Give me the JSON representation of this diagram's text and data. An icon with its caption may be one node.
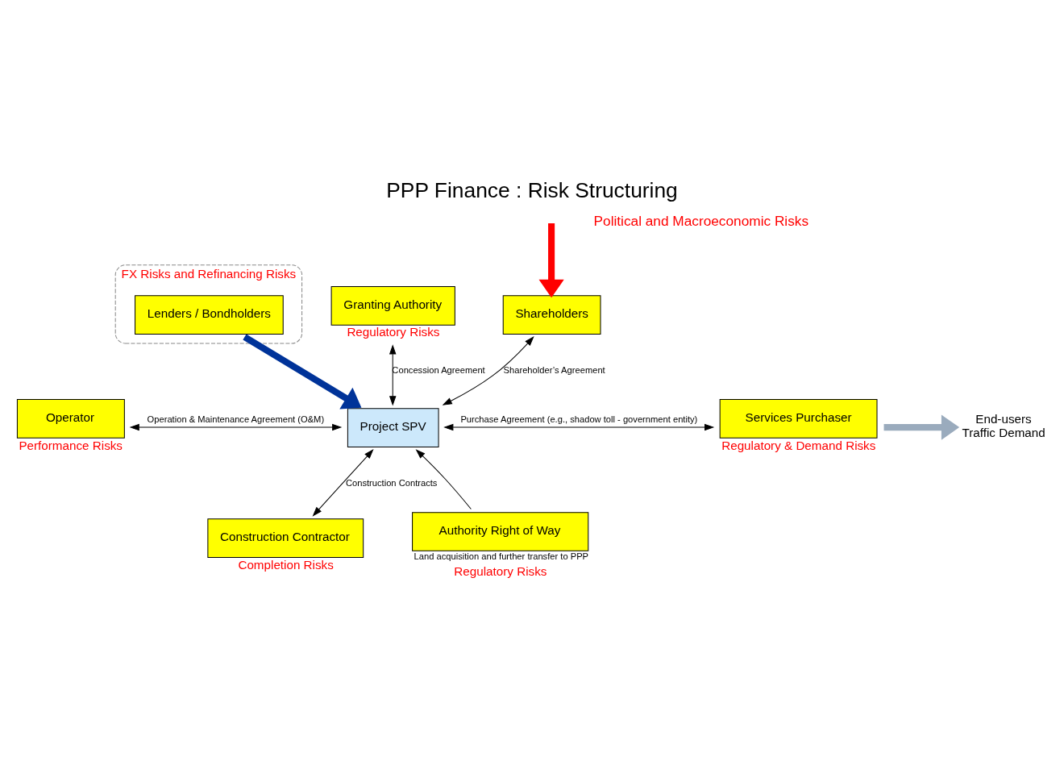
{
  "diagram": {
    "title": "PPP Finance : Risk Structuring",
    "nodes": [
      {
        "text": [
          "Shareholders"
        ]
      },
      {
        "text": [
          "FX Risks and Refinancing Risks"
        ]
      },
      {
        "text": [
          "Lenders / Bondholders"
        ],
        "in": 1
      },
      {
        "text": [
          "Granting Authority"
        ],
        "beside": [
          "Regulatory Risks"
        ]
      },
      {
        "text": [
          "Operator"
        ],
        "beside": [
          "Performance Risks"
        ]
      },
      {
        "text": [
          "Project SPV"
        ]
      },
      {
        "text": [
          "Services Purchaser"
        ],
        "beside": [
          "Regulatory & Demand Risks"
        ]
      },
      {
        "text": [
          "End-users",
          "Traffic Demand"
        ]
      },
      {
        "text": [
          "Construction Contractor"
        ],
        "beside": [
          "Completion Risks"
        ]
      },
      {
        "text": [
          "Authority Right of Way"
        ],
        "beside": [
          "Land acquisition and further transfer to PPP",
          "Regulatory Risks"
        ]
      }
    ],
    "edges": [
      {
        "from": null,
        "to": 0,
        "arrow": "to",
        "style": "thick",
        "color": "#ff0000"
      },
      {
        "from": 0,
        "to": 5,
        "arrow": "both",
        "label": "Shareholder’s Agreement"
      },
      {
        "from": 2,
        "to": 5,
        "arrow": "to",
        "style": "thick",
        "color": "#003399"
      },
      {
        "from": 5,
        "to": 3,
        "arrow": "both",
        "label": "Concession Agreement"
      },
      {
        "from": 4,
        "to": 5,
        "arrow": "both",
        "label": "Operation & Maintenance Agreement (O&M)"
      },
      {
        "from": 5,
        "to": 6,
        "arrow": "both",
        "label": "Purchase Agreement (e.g., shadow toll - government entity)"
      },
      {
        "from": 6,
        "to": 7,
        "arrow": "to",
        "style": "thick",
        "color": "#9aabbd"
      },
      {
        "from": 8,
        "to": 5,
        "arrow": "both",
        "label": "Construction Contracts"
      },
      {
        "from": 9,
        "to": 5,
        "arrow": "to"
      }
    ],
    "labels": [
      "Political and Macroeconomic Risks"
    ]
  }
}
